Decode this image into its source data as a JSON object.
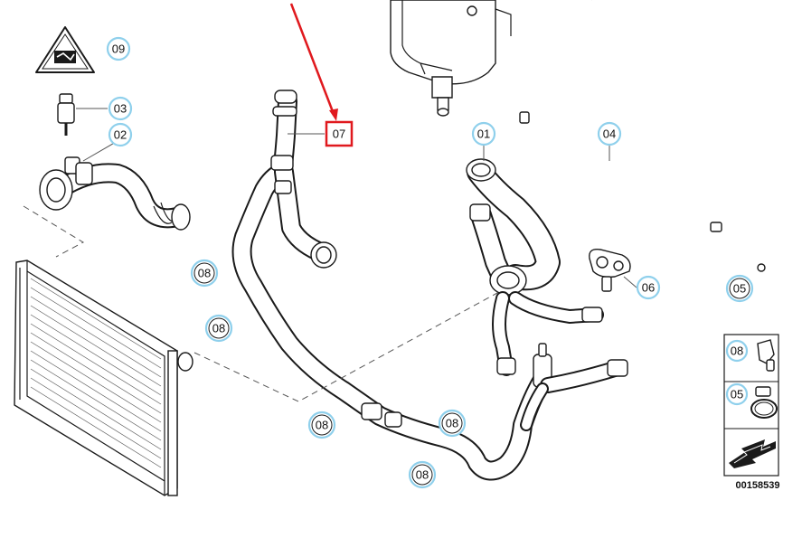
{
  "diagram": {
    "callouts": {
      "c09": "09",
      "c03": "03",
      "c02": "02",
      "c07": "07",
      "c01": "01",
      "c04": "04",
      "c06": "06",
      "c05": "05",
      "c08a": "08",
      "c08b": "08",
      "c08c": "08",
      "c08d": "08",
      "c08e": "08"
    },
    "legend": {
      "item1": "08",
      "item2": "05"
    },
    "diagram_code": "00158539",
    "highlight_color": "#e0191e",
    "callout_ring_color": "#8fd0ec"
  }
}
